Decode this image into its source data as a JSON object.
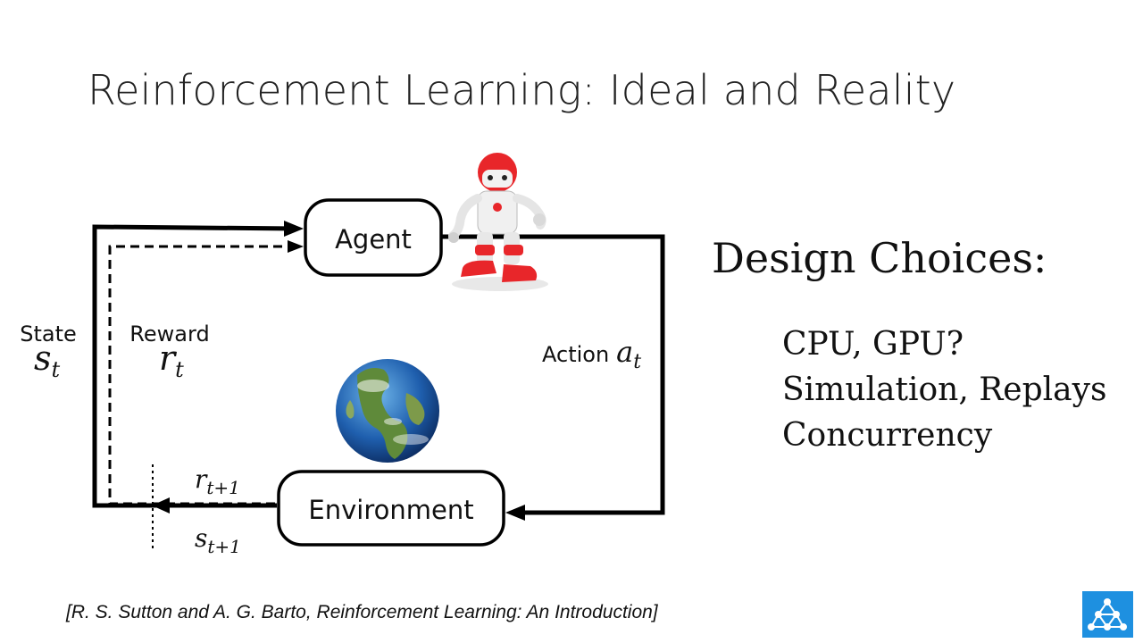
{
  "slide": {
    "title": "Reinforcement Learning: Ideal and Reality",
    "citation": "[R. S. Sutton and A. G. Barto, Reinforcement Learning: An Introduction]"
  },
  "diagram": {
    "agent_label": "Agent",
    "environment_label": "Environment",
    "state_label": "State",
    "state_symbol": "s",
    "state_sub": "t",
    "reward_label": "Reward",
    "reward_symbol": "r",
    "reward_sub": "t",
    "action_label": "Action",
    "action_symbol": "a",
    "action_sub": "t",
    "next_reward_symbol": "r",
    "next_reward_sub": "t+1",
    "next_state_symbol": "s",
    "next_state_sub": "t+1",
    "robot_icon": "robot-icon",
    "globe_icon": "earth-globe-icon"
  },
  "design": {
    "heading": "Design Choices:",
    "items": [
      "CPU, GPU?",
      "Simulation, Replays",
      "Concurrency"
    ]
  },
  "colors": {
    "logo_blue": "#1e90e0",
    "robot_red": "#e8262a"
  }
}
